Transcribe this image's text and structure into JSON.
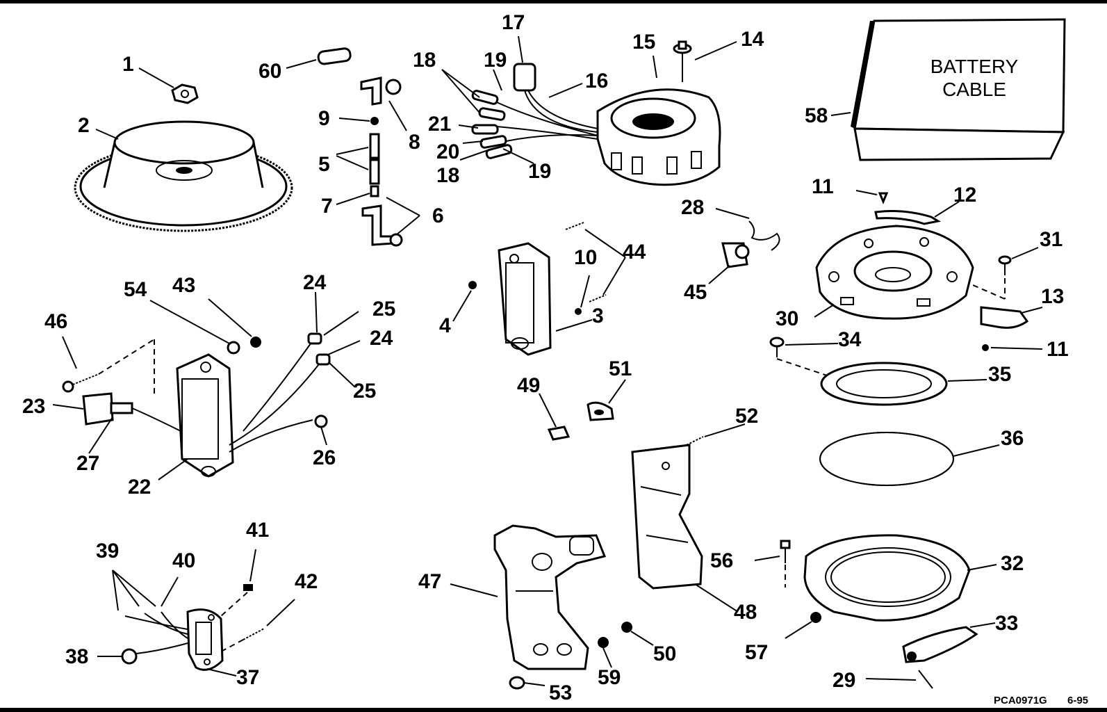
{
  "diagram": {
    "watermark": "",
    "footer": {
      "code": "PCA0971G",
      "date": "6-95"
    },
    "battery_box": {
      "line1": "BATTERY",
      "line2": "CABLE"
    },
    "callouts": {
      "c1": "1",
      "c2": "2",
      "c60": "60",
      "c17": "17",
      "c18a": "18",
      "c19a": "19",
      "c15": "15",
      "c14": "14",
      "c16": "16",
      "c9": "9",
      "c8": "8",
      "c21": "21",
      "c20": "20",
      "c18b": "18",
      "c19b": "19",
      "c5": "5",
      "c7": "7",
      "c6": "6",
      "c58": "58",
      "c11a": "11",
      "c12": "12",
      "c28": "28",
      "c31": "31",
      "c44": "44",
      "c10": "10",
      "c45": "45",
      "c30": "30",
      "c13": "13",
      "c54": "54",
      "c43": "43",
      "c24a": "24",
      "c25a": "25",
      "c24b": "24",
      "c25b": "25",
      "c46": "46",
      "c4": "4",
      "c3": "3",
      "c34": "34",
      "c11b": "11",
      "c35": "35",
      "c23": "23",
      "c49": "49",
      "c51": "51",
      "c52": "52",
      "c27": "27",
      "c26": "26",
      "c36": "36",
      "c22": "22",
      "c41": "41",
      "c39": "39",
      "c40": "40",
      "c56": "56",
      "c32": "32",
      "c42": "42",
      "c47": "47",
      "c38": "38",
      "c48": "48",
      "c33": "33",
      "c50": "50",
      "c57": "57",
      "c37": "37",
      "c59": "59",
      "c29": "29",
      "c53": "53"
    }
  }
}
